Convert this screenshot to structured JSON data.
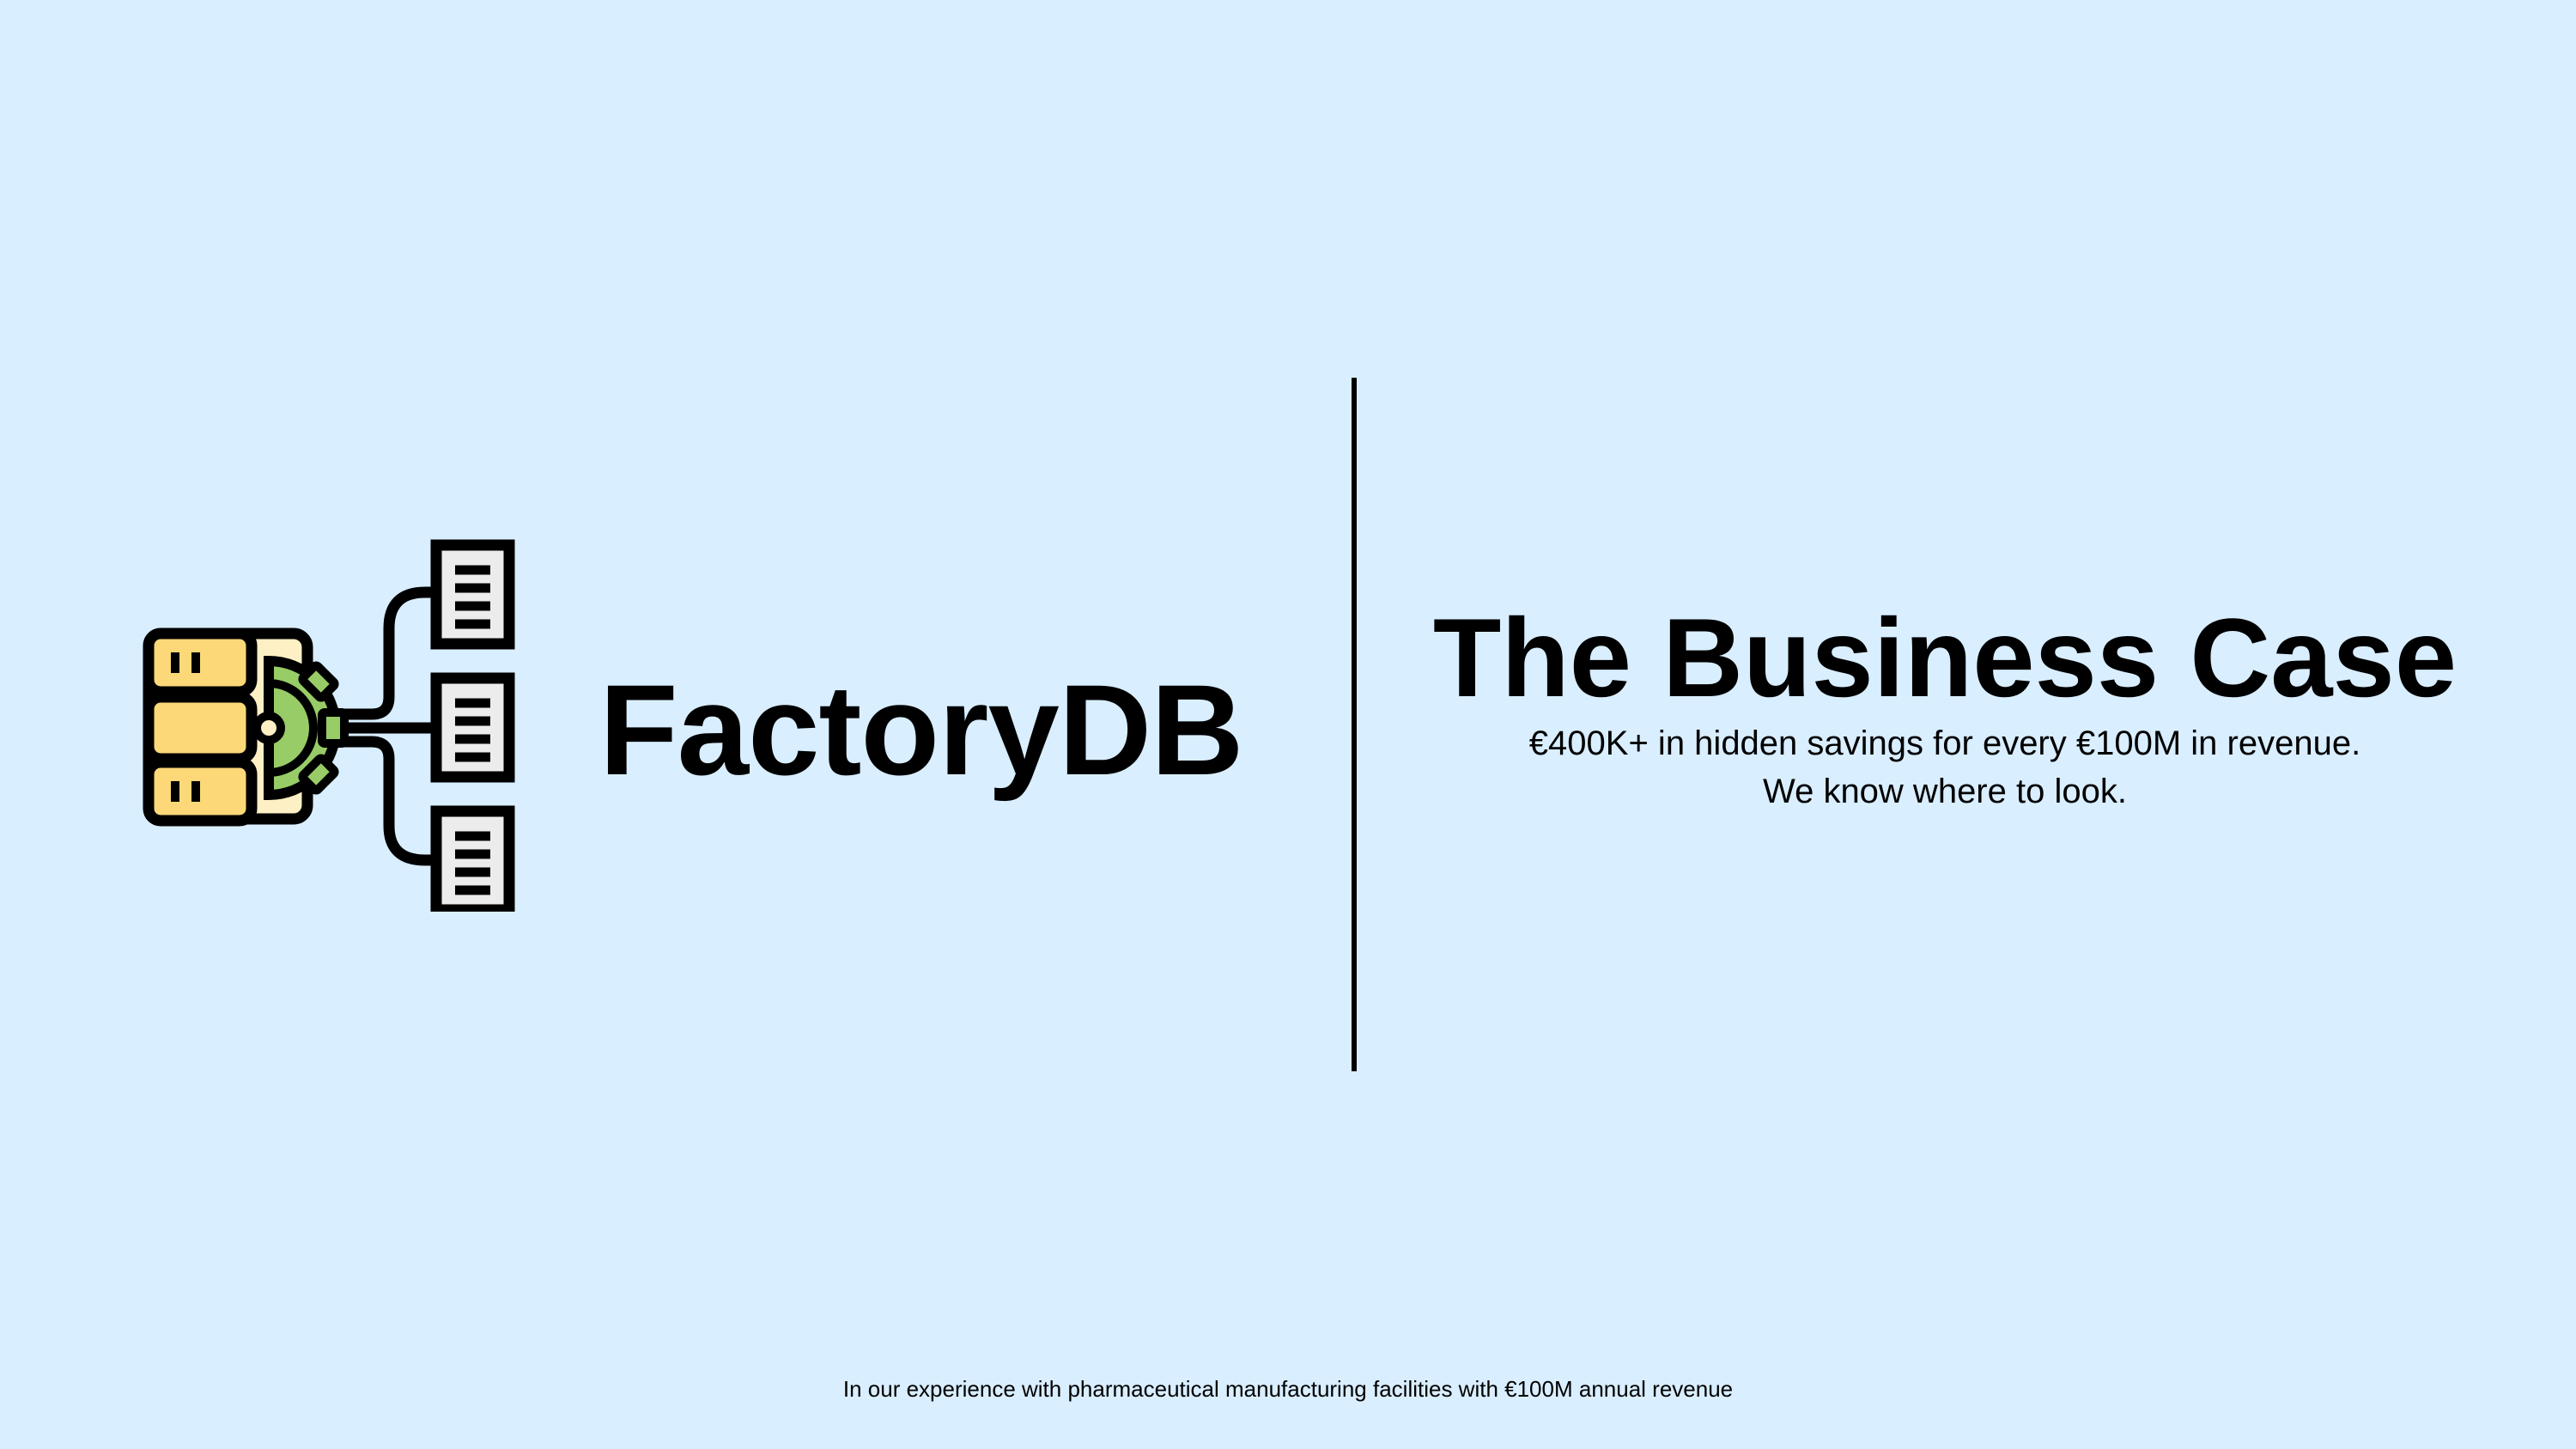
{
  "brand": {
    "name": "FactoryDB",
    "icon": "factory-database-icon"
  },
  "headline": {
    "title": "The Business Case",
    "subtitle_line1": "€400K+ in hidden savings for every €100M in revenue.",
    "subtitle_line2": "We know where to look."
  },
  "footnote": "In our experience with pharmaceutical manufacturing facilities with €100M annual revenue",
  "colors": {
    "background": "#d9eeff",
    "server_yellow": "#fdd878",
    "gear_green": "#98cc67",
    "document_gray": "#ececec",
    "outline": "#000000"
  }
}
